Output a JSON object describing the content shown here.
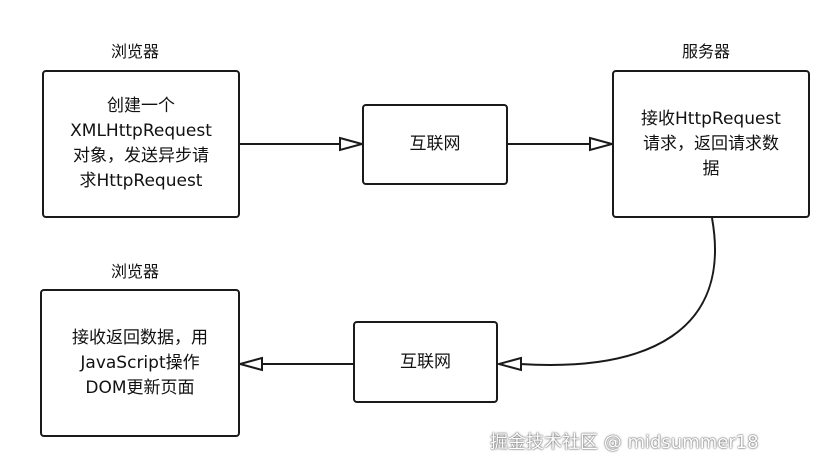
{
  "headings": {
    "browser_top": "浏览器",
    "server": "服务器",
    "browser_bottom": "浏览器"
  },
  "nodes": {
    "browser_request": "创建一个\nXMLHttpRequest\n对象，发送异步请\n求HttpRequest",
    "internet_top": "互联网",
    "server_process": "接收HttpRequest\n请求，返回请求数\n据",
    "internet_bottom": "互联网",
    "browser_render": "接收返回数据，用\nJavaScript操作\nDOM更新页面"
  },
  "watermark": "掘金技术社区 @ midsummer18",
  "colors": {
    "stroke": "#1a1a1a",
    "background": "#ffffff"
  }
}
